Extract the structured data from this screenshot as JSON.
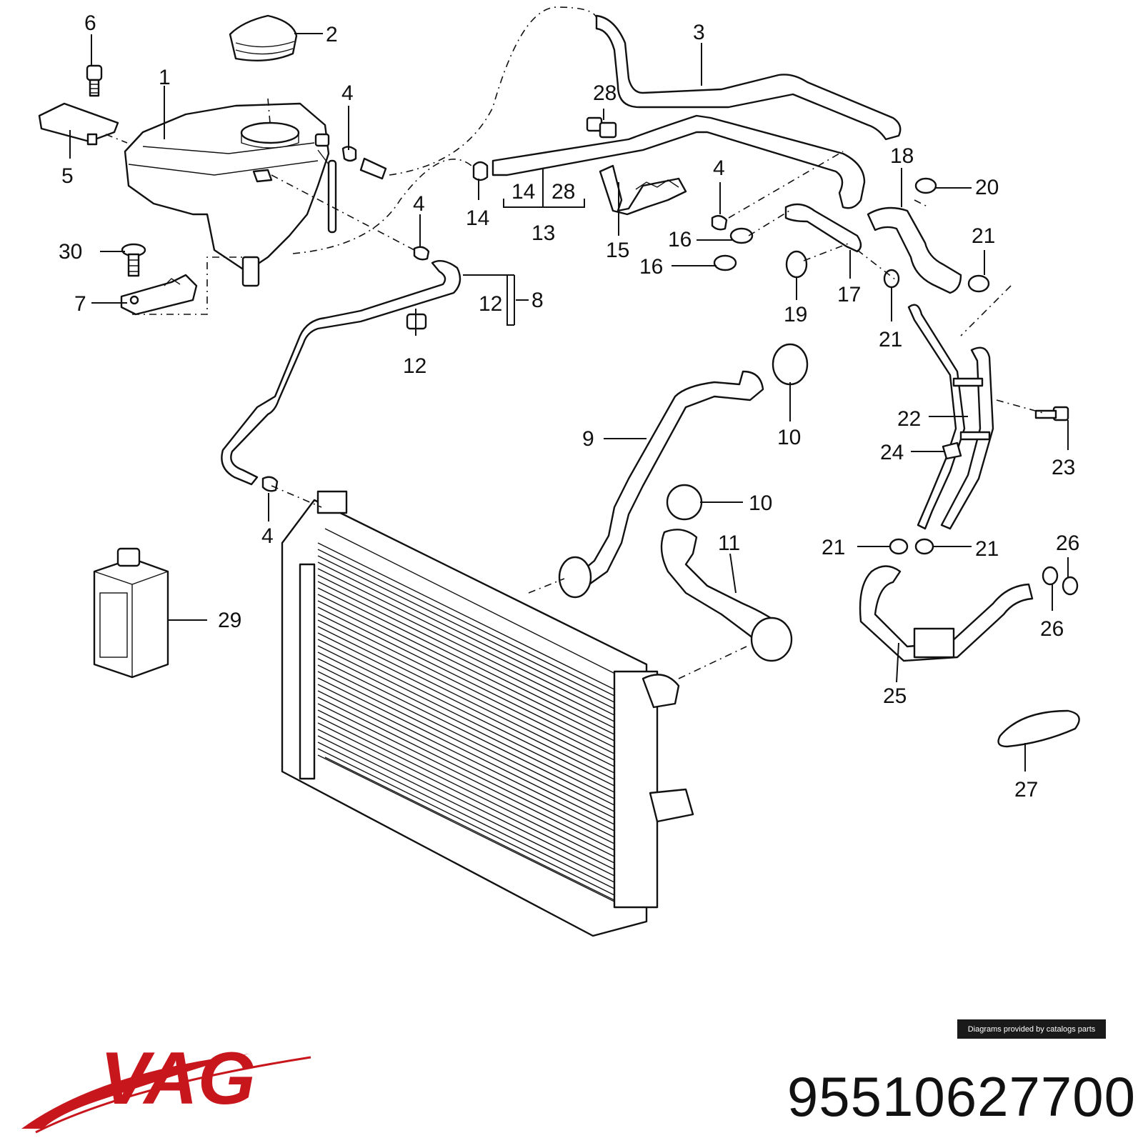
{
  "diagram": {
    "callouts": [
      {
        "id": "c1",
        "label": "1"
      },
      {
        "id": "c2",
        "label": "2"
      },
      {
        "id": "c3",
        "label": "3"
      },
      {
        "id": "c4a",
        "label": "4"
      },
      {
        "id": "c4b",
        "label": "4"
      },
      {
        "id": "c4c",
        "label": "4"
      },
      {
        "id": "c4d",
        "label": "4"
      },
      {
        "id": "c5",
        "label": "5"
      },
      {
        "id": "c6",
        "label": "6"
      },
      {
        "id": "c7",
        "label": "7"
      },
      {
        "id": "c8",
        "label": "8"
      },
      {
        "id": "c9",
        "label": "9"
      },
      {
        "id": "c10a",
        "label": "10"
      },
      {
        "id": "c10b",
        "label": "10"
      },
      {
        "id": "c11",
        "label": "11"
      },
      {
        "id": "c12a",
        "label": "12"
      },
      {
        "id": "c12b",
        "label": "12"
      },
      {
        "id": "c13",
        "label": "13"
      },
      {
        "id": "c14a",
        "label": "14"
      },
      {
        "id": "c14b",
        "label": "14"
      },
      {
        "id": "c15",
        "label": "15"
      },
      {
        "id": "c16a",
        "label": "16"
      },
      {
        "id": "c16b",
        "label": "16"
      },
      {
        "id": "c17",
        "label": "17"
      },
      {
        "id": "c18",
        "label": "18"
      },
      {
        "id": "c19",
        "label": "19"
      },
      {
        "id": "c20",
        "label": "20"
      },
      {
        "id": "c21a",
        "label": "21"
      },
      {
        "id": "c21b",
        "label": "21"
      },
      {
        "id": "c21c",
        "label": "21"
      },
      {
        "id": "c21d",
        "label": "21"
      },
      {
        "id": "c22",
        "label": "22"
      },
      {
        "id": "c23",
        "label": "23"
      },
      {
        "id": "c24",
        "label": "24"
      },
      {
        "id": "c25",
        "label": "25"
      },
      {
        "id": "c26a",
        "label": "26"
      },
      {
        "id": "c26b",
        "label": "26"
      },
      {
        "id": "c27",
        "label": "27"
      },
      {
        "id": "c28a",
        "label": "28"
      },
      {
        "id": "c28b",
        "label": "28"
      },
      {
        "id": "c29",
        "label": "29"
      },
      {
        "id": "c30",
        "label": "30"
      }
    ]
  },
  "brand": {
    "logo_text": "VAG",
    "color": "#c8161d"
  },
  "credit": "Diagrams provided by catalogs parts",
  "part_number": "95510627700"
}
